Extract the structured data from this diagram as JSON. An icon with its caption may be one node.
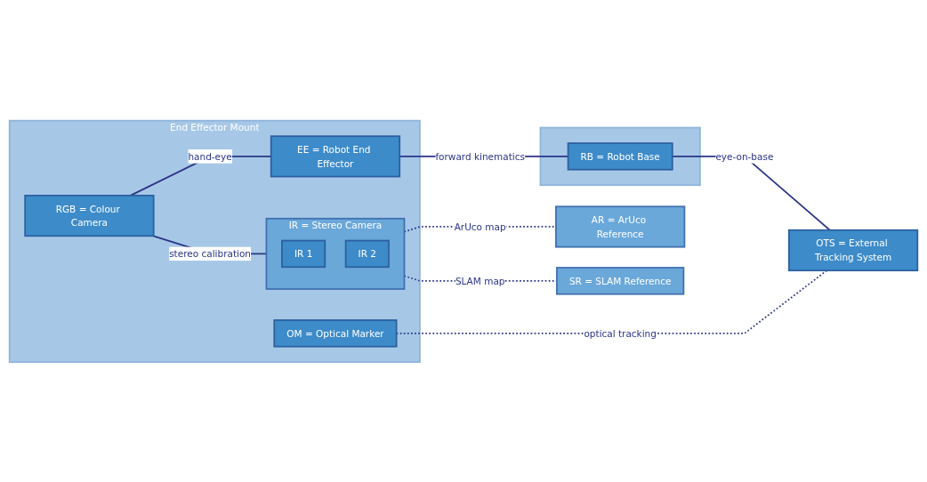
{
  "diagram": {
    "nodes": [
      {
        "text": [
          "End Effector Mount"
        ]
      },
      {
        "text": [
          "RGB = Colour Camera"
        ],
        "in": 0
      },
      {
        "text": [
          "IR = Stereo Camera"
        ],
        "in": 0
      },
      {
        "text": [
          "IR 1"
        ],
        "in": 2
      },
      {
        "text": [
          "IR 2"
        ],
        "in": 2
      },
      {
        "text": [
          "EE = Robot End Effector"
        ],
        "in": 0
      },
      {
        "text": [
          "OM = Optical Marker"
        ],
        "in": 0
      },
      {
        "text": [
          "AR = ArUco Reference"
        ]
      },
      {
        "text": [
          "SR = SLAM Reference"
        ]
      },
      {
        "text": [],
        "shape": "box"
      },
      {
        "text": [
          "RB = Robot Base"
        ],
        "in": 9
      },
      {
        "text": [
          "OTS = External Tracking System"
        ]
      }
    ],
    "edges": [
      {
        "from": 1,
        "to": 2,
        "arrow": "none",
        "label": "stereo calibration"
      },
      {
        "from": 1,
        "to": 5,
        "arrow": "none",
        "label": "hand-eye"
      },
      {
        "from": 5,
        "to": 10,
        "arrow": "none",
        "label": "forward kinematics"
      },
      {
        "from": 10,
        "to": 11,
        "arrow": "none",
        "label": "eye-on-base"
      },
      {
        "from": 6,
        "to": 11,
        "arrow": "none",
        "label": "optical tracking",
        "style": "dashed"
      },
      {
        "from": 2,
        "to": 7,
        "arrow": "none",
        "label": "ArUco map",
        "style": "dashed"
      },
      {
        "from": 2,
        "to": 8,
        "arrow": "none",
        "label": "SLAM map",
        "style": "dashed"
      }
    ]
  }
}
